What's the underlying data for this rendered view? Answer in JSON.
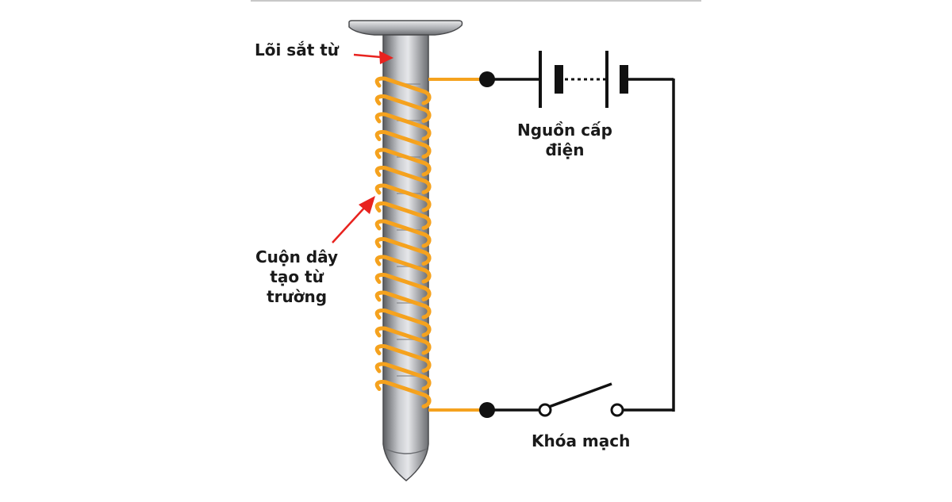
{
  "labels": {
    "core": "Lõi sắt từ",
    "coil_line1": "Cuộn dây",
    "coil_line2": "tạo từ",
    "coil_line3": "trường",
    "power_line1": "Nguồn cấp",
    "power_line2": "điện",
    "switch": "Khóa mạch"
  },
  "colors": {
    "wire": "#111111",
    "coil": "#f5a21e",
    "arrow": "#e8231f",
    "nail": "#8f9196",
    "top_rule": "#c8c8c8"
  },
  "icons": {
    "battery": "battery-symbol",
    "switch": "open-switch-symbol"
  }
}
